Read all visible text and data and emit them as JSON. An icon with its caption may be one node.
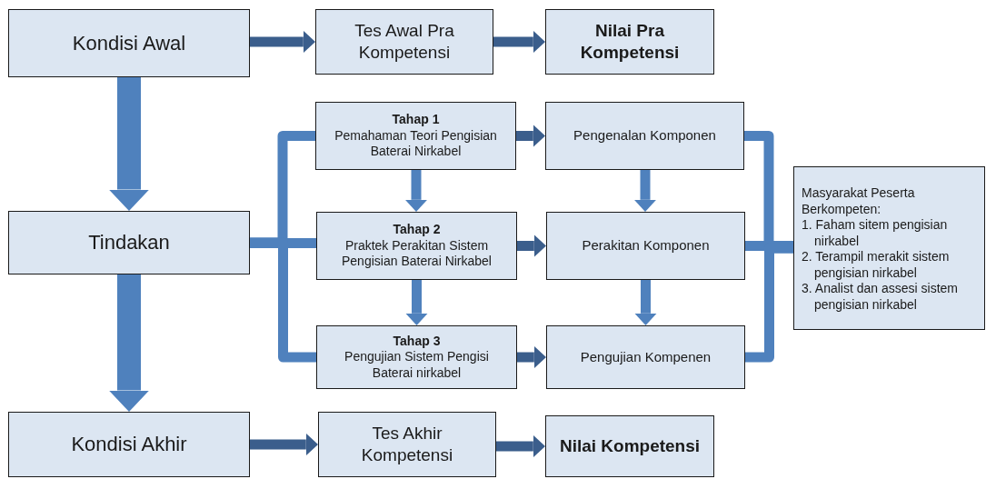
{
  "diagram": {
    "nodes": [
      {
        "text": [
          "Kondisi Awal"
        ]
      },
      {
        "text": [
          "Tes Awal Pra Kompetensi"
        ]
      },
      {
        "text": [
          "Nilai Pra Kompetensi"
        ]
      },
      {
        "text": [
          "Tindakan"
        ]
      },
      {
        "text": [
          "Tahap 1",
          "Pemahaman Teori Pengisian Baterai Nirkabel"
        ]
      },
      {
        "text": [
          "Pengenalan Komponen"
        ]
      },
      {
        "text": [
          "Tahap 2",
          "Praktek Perakitan Sistem Pengisian Baterai Nirkabel"
        ]
      },
      {
        "text": [
          "Perakitan  Komponen"
        ]
      },
      {
        "text": [
          "Tahap 3",
          "Pengujian Sistem Pengisi Baterai nirkabel"
        ]
      },
      {
        "text": [
          "Pengujian Kompenen"
        ]
      },
      {
        "text": [
          "Masyarakat Peserta Berkompeten:",
          "1. Faham sitem pengisian nirkabel",
          "2. Terampil merakit sistem pengisian nirkabel",
          "3. Analist dan assesi sistem pengisian nirkabel"
        ]
      },
      {
        "text": [
          "Kondisi Akhir"
        ]
      },
      {
        "text": [
          "Tes Akhir Kompetensi"
        ]
      },
      {
        "text": [
          "Nilai Kompetensi"
        ]
      }
    ],
    "edges": [
      {
        "from": 0,
        "to": 1,
        "arrow": "to",
        "color": "#3b5e8c"
      },
      {
        "from": 1,
        "to": 2,
        "arrow": "to",
        "color": "#3b5e8c"
      },
      {
        "from": 0,
        "to": 3,
        "arrow": "to",
        "style": "thick"
      },
      {
        "from": 3,
        "to": 4,
        "arrow": "none"
      },
      {
        "from": 3,
        "to": 6,
        "arrow": "none"
      },
      {
        "from": 3,
        "to": 8,
        "arrow": "none"
      },
      {
        "from": 4,
        "to": 5,
        "arrow": "to",
        "color": "#3b5e8c"
      },
      {
        "from": 4,
        "to": 6,
        "arrow": "to"
      },
      {
        "from": 5,
        "to": 7,
        "arrow": "to"
      },
      {
        "from": 6,
        "to": 7,
        "arrow": "to",
        "color": "#3b5e8c"
      },
      {
        "from": 6,
        "to": 8,
        "arrow": "to"
      },
      {
        "from": 7,
        "to": 9,
        "arrow": "to"
      },
      {
        "from": 8,
        "to": 9,
        "arrow": "to",
        "color": "#3b5e8c"
      },
      {
        "from": 5,
        "to": 10,
        "arrow": "none"
      },
      {
        "from": 7,
        "to": 10,
        "arrow": "none"
      },
      {
        "from": 9,
        "to": 10,
        "arrow": "none"
      },
      {
        "from": 3,
        "to": 11,
        "arrow": "to",
        "style": "thick"
      },
      {
        "from": 11,
        "to": 12,
        "arrow": "to",
        "color": "#3b5e8c"
      },
      {
        "from": 12,
        "to": 13,
        "arrow": "to",
        "color": "#3b5e8c"
      }
    ]
  }
}
